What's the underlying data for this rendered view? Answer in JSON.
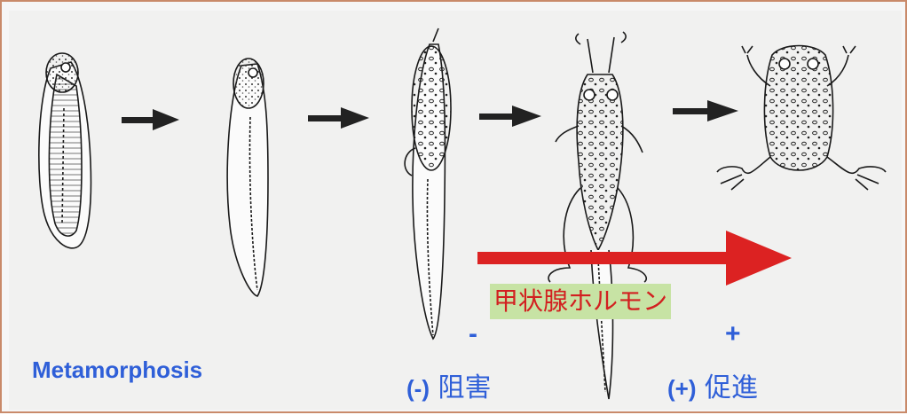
{
  "labels": {
    "metamorphosis": "Metamorphosis",
    "hormone": "甲状腺ホルモン",
    "minus_symbol": "-",
    "plus_symbol": "+",
    "inhibit_sign": "(-)",
    "inhibit_text": "阻害",
    "promote_sign": "(+)",
    "promote_text": "促進"
  },
  "colors": {
    "label_blue": "#2f5fd8",
    "hormone_red": "#d22020",
    "hormone_background": "#c7e3a4",
    "arrow_red": "#dc2222",
    "arrow_black": "#222222"
  },
  "stages": [
    "tadpole-early",
    "tadpole-tail",
    "tadpole-limb-bud",
    "froglet-hindlimbs",
    "adult-frog"
  ]
}
